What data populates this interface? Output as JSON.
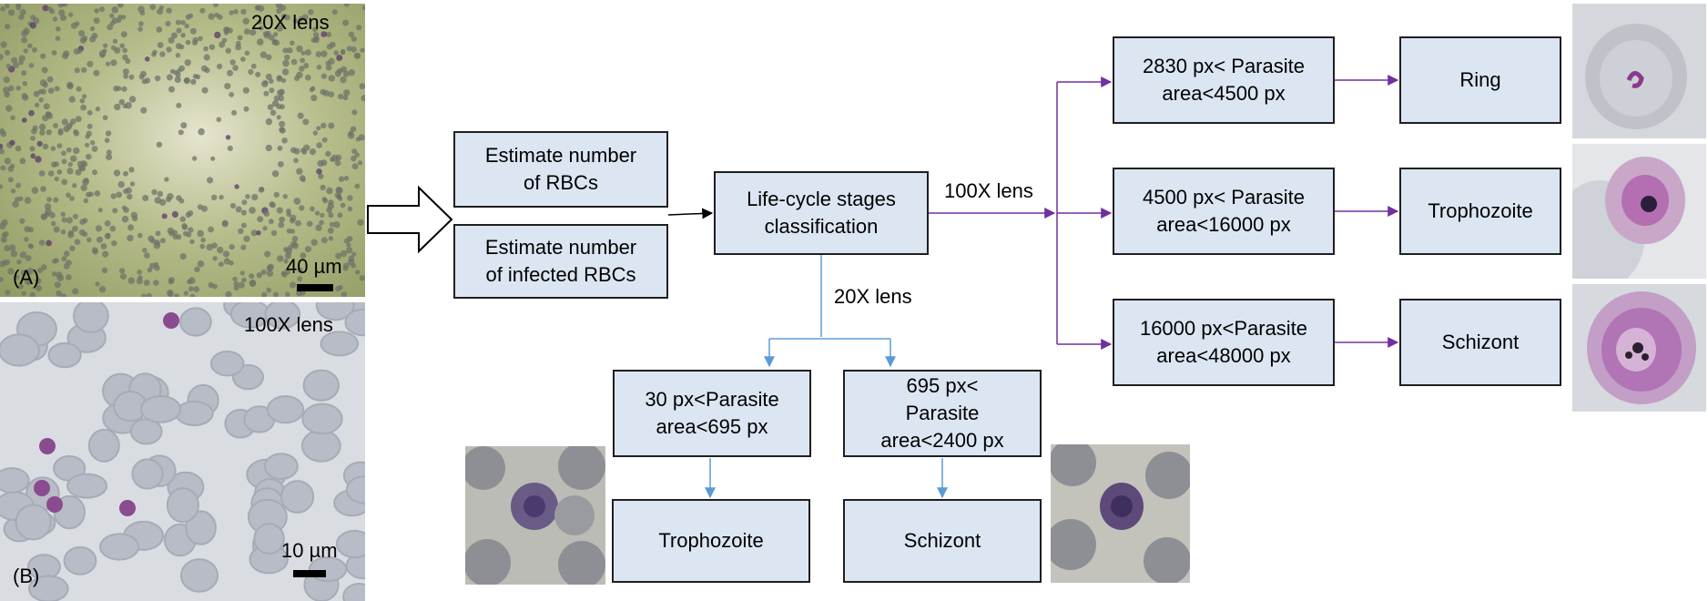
{
  "panels": {
    "a": {
      "letter": "(A)",
      "lens": "20X lens",
      "scale": "40 µm"
    },
    "b": {
      "letter": "(B)",
      "lens": "100X lens",
      "scale": "10 µm"
    }
  },
  "nodes": {
    "est_rbc": "Estimate number\nof RBCs",
    "est_inf": "Estimate number\nof infected RBCs",
    "lifecycle": "Life-cycle stages\nclassification",
    "h_ring_range": "2830 px< Parasite\narea<4500 px",
    "h_troph_range": "4500 px< Parasite\narea<16000 px",
    "h_schiz_range": "16000 px<Parasite\narea<48000 px",
    "ring": "Ring",
    "h_troph": "Trophozoite",
    "h_schiz": "Schizont",
    "l_troph_range": "30 px<Parasite\narea<695 px",
    "l_schiz_range": "695 px<\nParasite\narea<2400 px",
    "l_troph": "Trophozoite",
    "l_schiz": "Schizont"
  },
  "edge_labels": {
    "high": "100X lens",
    "low": "20X lens"
  },
  "colors": {
    "box_fill": "#dce6f2",
    "purple_arrow": "#7030a0",
    "blue_arrow": "#5b9bd5"
  }
}
